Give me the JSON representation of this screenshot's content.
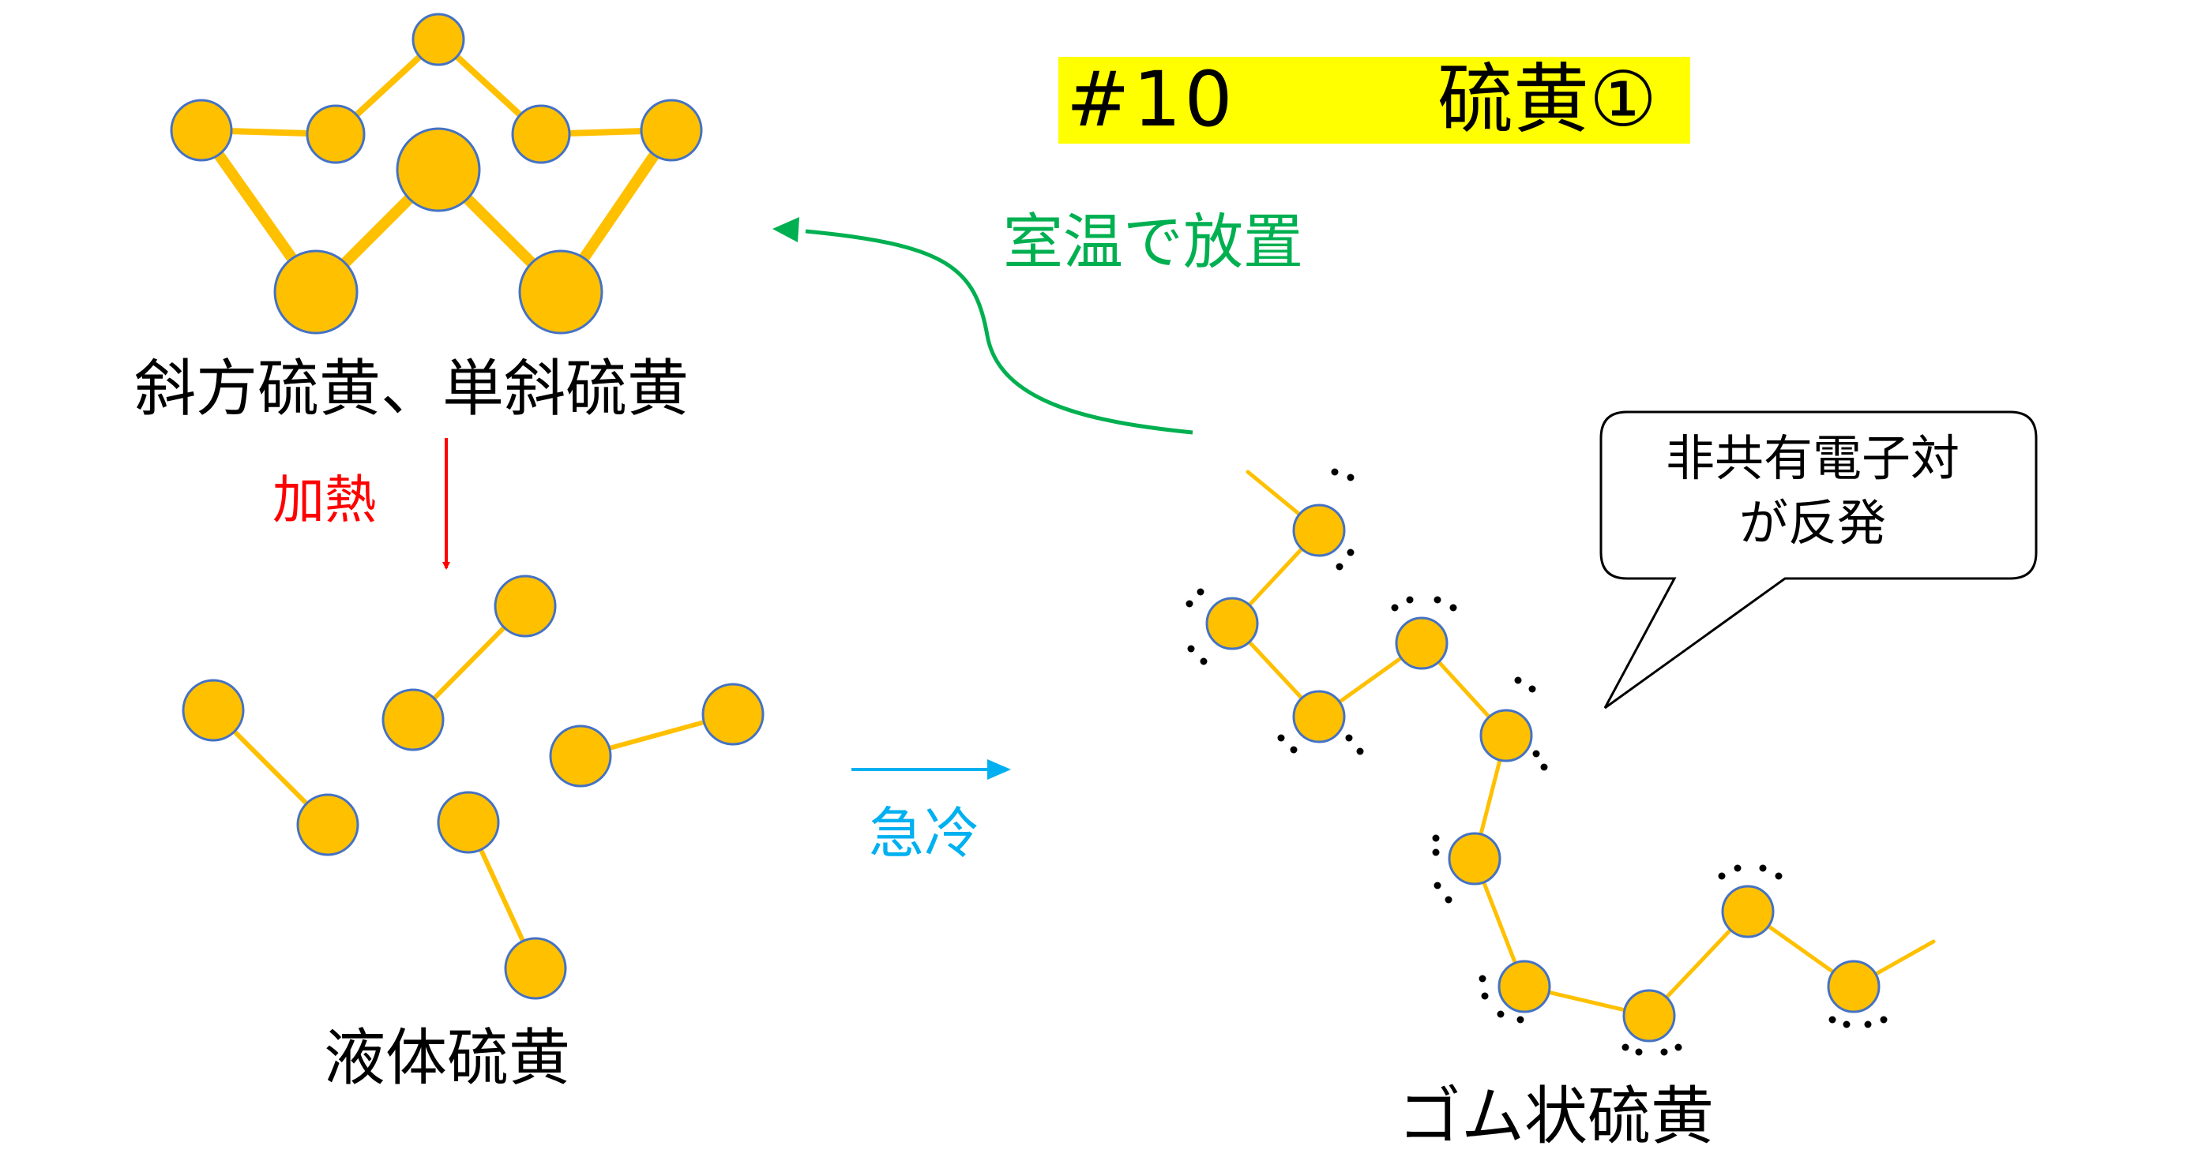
{
  "title": {
    "number": "#10",
    "name": "硫黄①"
  },
  "labels": {
    "solid": "斜方硫黄、単斜硫黄",
    "heating": "加熱",
    "liquid": "液体硫黄",
    "quench": "急冷",
    "room_temp": "室温で放置",
    "rubber": "ゴム状硫黄"
  },
  "callout": {
    "line1": "非共有電子対",
    "line2": "が反発"
  },
  "colors": {
    "atom_fill": "#ffc000",
    "atom_stroke": "#4472c4",
    "bond": "#ffc000",
    "heating": "#ff0000",
    "quench": "#00b0f0",
    "room_temp": "#00b050",
    "title_highlight": "#ffff00"
  }
}
